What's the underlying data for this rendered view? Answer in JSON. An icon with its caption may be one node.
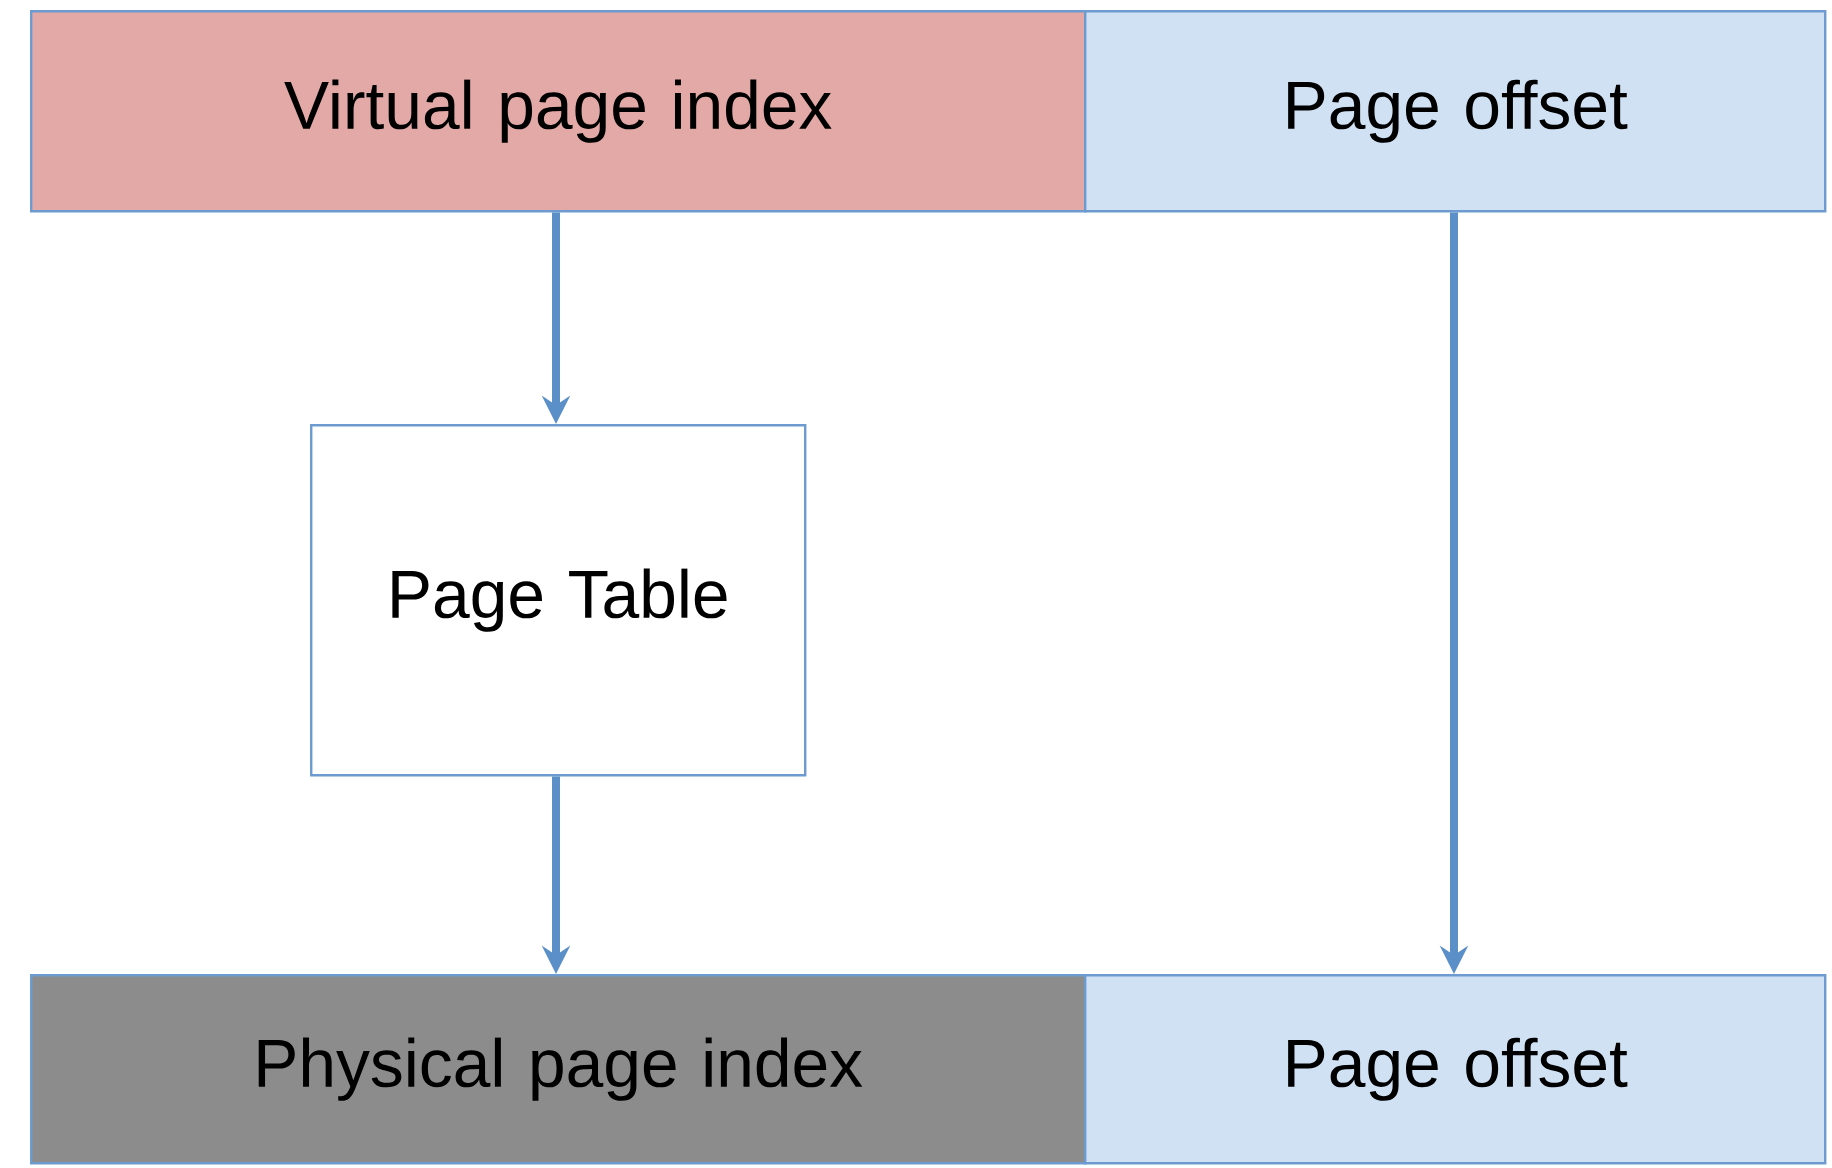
{
  "diagram": {
    "nodes": [
      {
        "text": [
          "Virtual page index"
        ]
      },
      {
        "text": [
          "Page offset"
        ]
      },
      {
        "text": [
          "Page Table"
        ]
      },
      {
        "text": [
          "Physical page index"
        ]
      },
      {
        "text": [
          "Page offset"
        ]
      }
    ],
    "edges": [
      {
        "from": 0,
        "to": 2,
        "arrow": "to"
      },
      {
        "from": 2,
        "to": 3,
        "arrow": "to"
      },
      {
        "from": 1,
        "to": 4,
        "arrow": "to"
      }
    ]
  }
}
